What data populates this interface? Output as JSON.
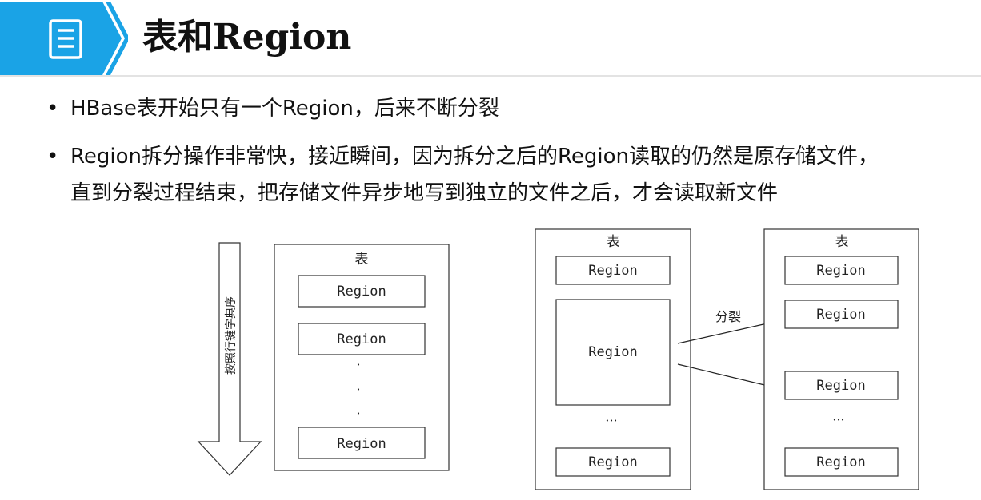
{
  "header": {
    "title": "表和Region",
    "accent_color": "#1aa3e6",
    "icon": "document-list-icon"
  },
  "bullets": [
    {
      "lines": [
        "HBase表开始只有一个Region，后来不断分裂"
      ]
    },
    {
      "lines": [
        "Region拆分操作非常快，接近瞬间，因为拆分之后的Region读取的仍然是原存储文件，",
        "直到分裂过程结束，把存储文件异步地写到独立的文件之后，才会读取新文件"
      ]
    }
  ],
  "diagram_left": {
    "arrow_label": "按照行键字典序",
    "table_label": "表",
    "regions": [
      "Region",
      "Region",
      "Region"
    ],
    "ellipsis": "·"
  },
  "diagram_right": {
    "before": {
      "table_label": "表",
      "regions": [
        "Region",
        "Region",
        "Region"
      ],
      "ellipsis": "···"
    },
    "split_label": "分裂",
    "after": {
      "table_label": "表",
      "regions": [
        "Region",
        "Region",
        "Region",
        "Region"
      ],
      "ellipsis": "···"
    }
  }
}
